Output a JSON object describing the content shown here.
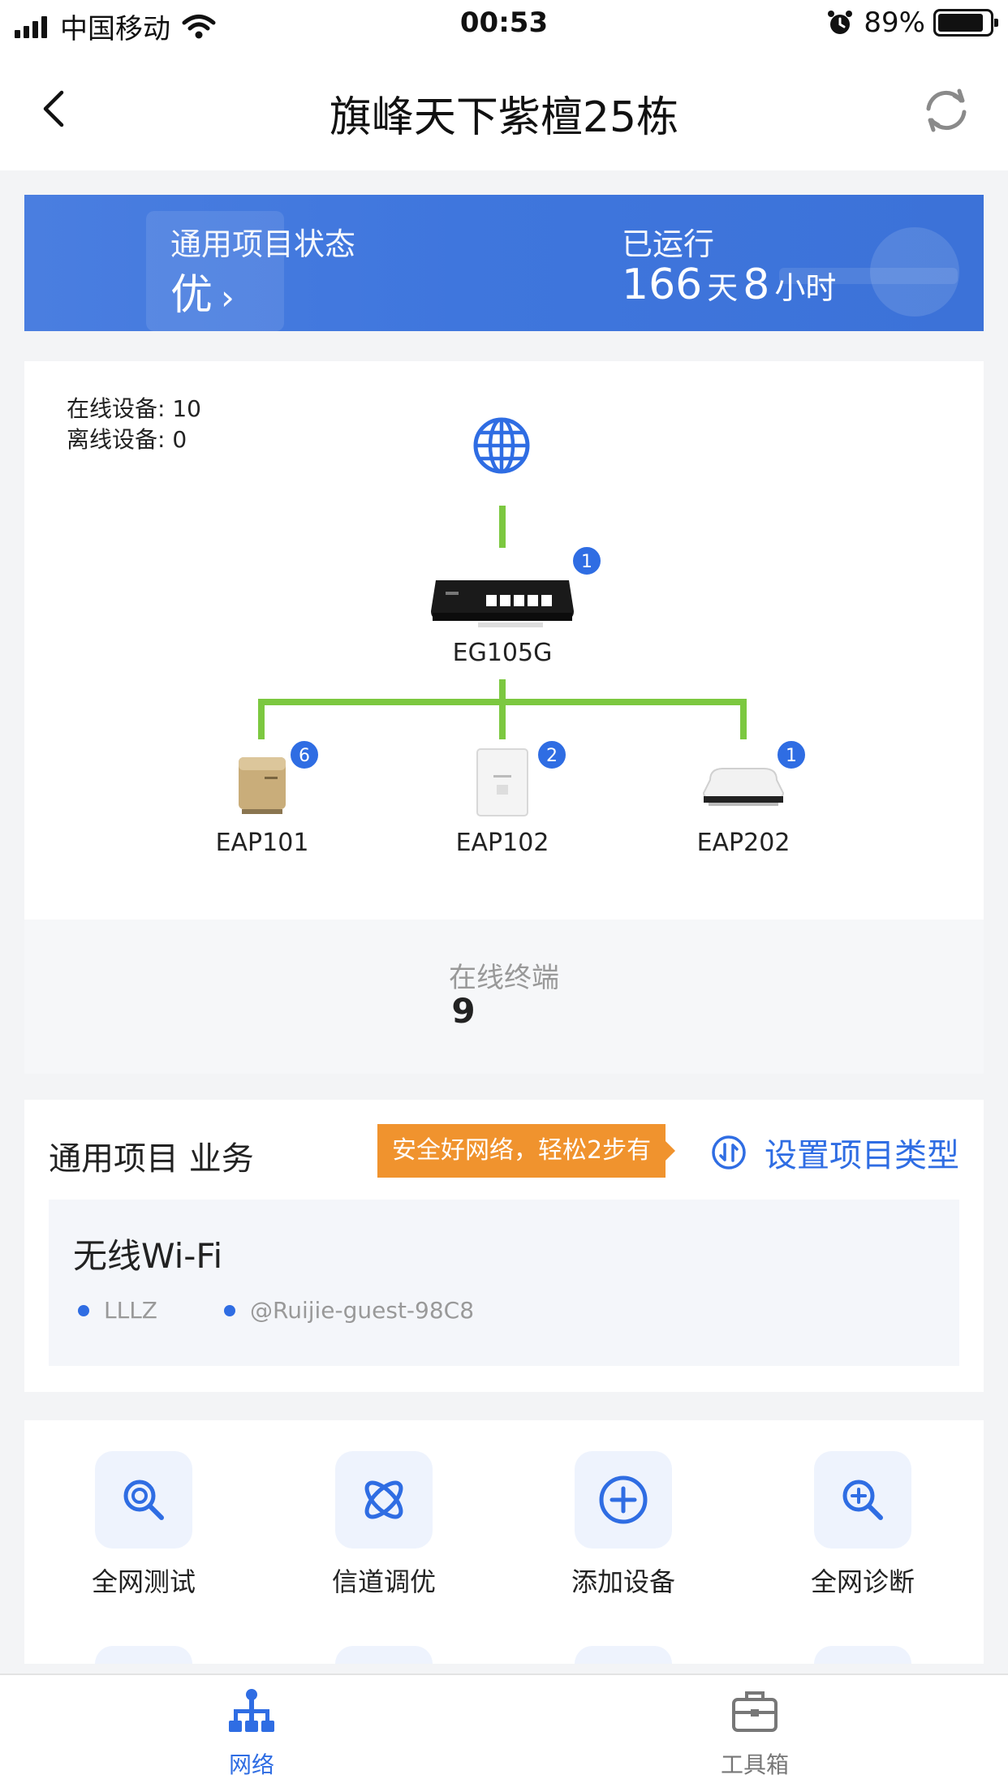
{
  "status_bar": {
    "carrier": "中国移动",
    "time": "00:53",
    "battery": "89%",
    "battery_level": 0.89
  },
  "nav": {
    "title": "旗峰天下紫檀25栋",
    "back_icon": "back-arrow-icon",
    "refresh_icon": "refresh-icon"
  },
  "banner": {
    "status_label": "通用项目状态",
    "status_value": "优",
    "uptime_label": "已运行",
    "uptime_days": "166",
    "days_unit": "天",
    "uptime_hours": "8",
    "hours_unit": "小时"
  },
  "topology": {
    "online_devices": "在线设备: 10",
    "offline_devices": "离线设备: 0",
    "gateway": {
      "name": "EG105G",
      "badge": "1"
    },
    "aps": [
      {
        "name": "EAP101",
        "badge": "6"
      },
      {
        "name": "EAP102",
        "badge": "2"
      },
      {
        "name": "EAP202",
        "badge": "1"
      }
    ],
    "link_color": "#7cc840"
  },
  "terminals": {
    "label": "在线终端",
    "value": "9"
  },
  "business": {
    "title": "通用项目 业务",
    "promo_tag": "安全好网络，轻松2步有",
    "set_type": "设置项目类型",
    "wifi": {
      "title": "无线Wi-Fi",
      "ssids": [
        "LLLZ",
        "@Ruijie-guest-98C8"
      ]
    }
  },
  "tools": [
    {
      "label": "全网测试",
      "icon": "network-test-icon"
    },
    {
      "label": "信道调优",
      "icon": "channel-optimize-icon"
    },
    {
      "label": "添加设备",
      "icon": "add-device-icon"
    },
    {
      "label": "全网诊断",
      "icon": "network-diagnose-icon"
    }
  ],
  "tabbar": {
    "tabs": [
      {
        "label": "网络",
        "icon": "network-tab-icon",
        "active": true
      },
      {
        "label": "工具箱",
        "icon": "toolbox-tab-icon",
        "active": false
      }
    ]
  },
  "colors": {
    "accent": "#2f6de3",
    "banner": "#3f76dd",
    "promo": "#f0932e"
  }
}
